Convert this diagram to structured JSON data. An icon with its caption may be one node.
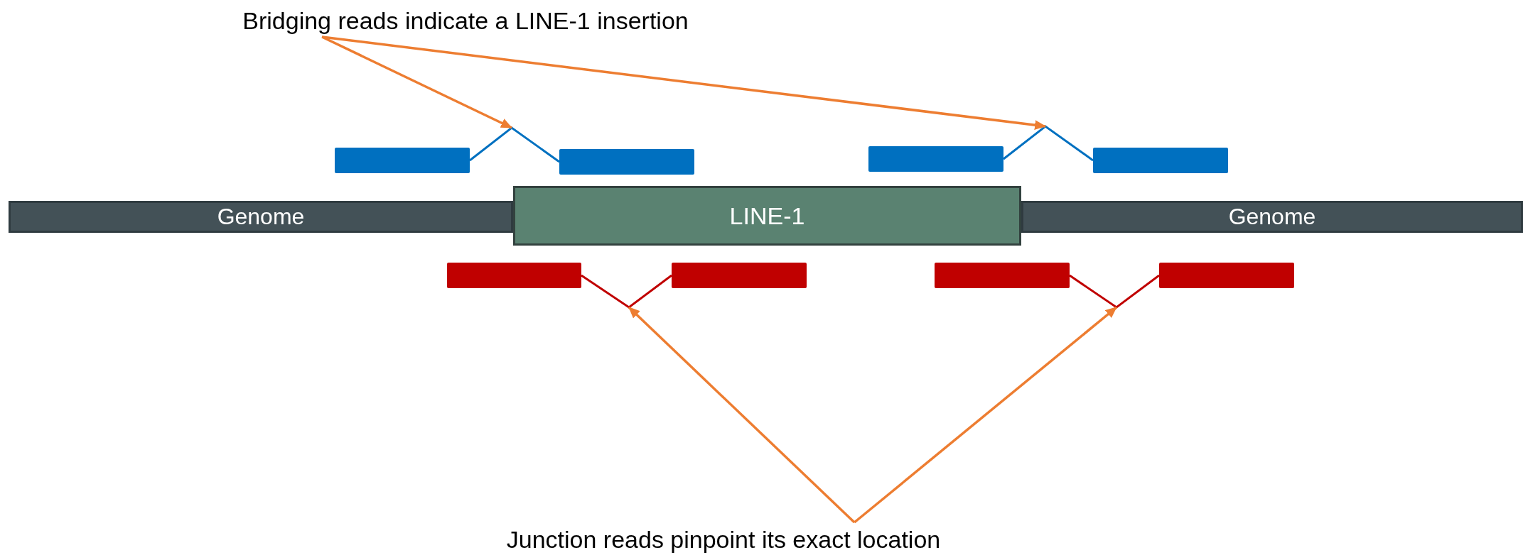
{
  "diagram": {
    "nodes": [
      {
        "text": [
          "Bridging reads indicate a LINE-1 insertion"
        ]
      },
      {
        "text": [],
        "shape": "bar"
      },
      {
        "text": [],
        "shape": "bar"
      },
      {
        "text": [
          "Genome"
        ]
      },
      {
        "text": [
          "LINE-1"
        ]
      },
      {
        "text": [
          "Genome"
        ]
      },
      {
        "text": [],
        "shape": "bar"
      },
      {
        "text": [],
        "shape": "bar"
      },
      {
        "text": [
          "Junction reads pinpoint its exact location"
        ]
      }
    ],
    "edges": [
      {
        "from": 0,
        "to": 1,
        "arrow": "to"
      },
      {
        "from": 0,
        "to": 2,
        "arrow": "to"
      },
      {
        "from": 8,
        "to": 6,
        "arrow": "to"
      },
      {
        "from": 8,
        "to": 7,
        "arrow": "to"
      }
    ]
  }
}
